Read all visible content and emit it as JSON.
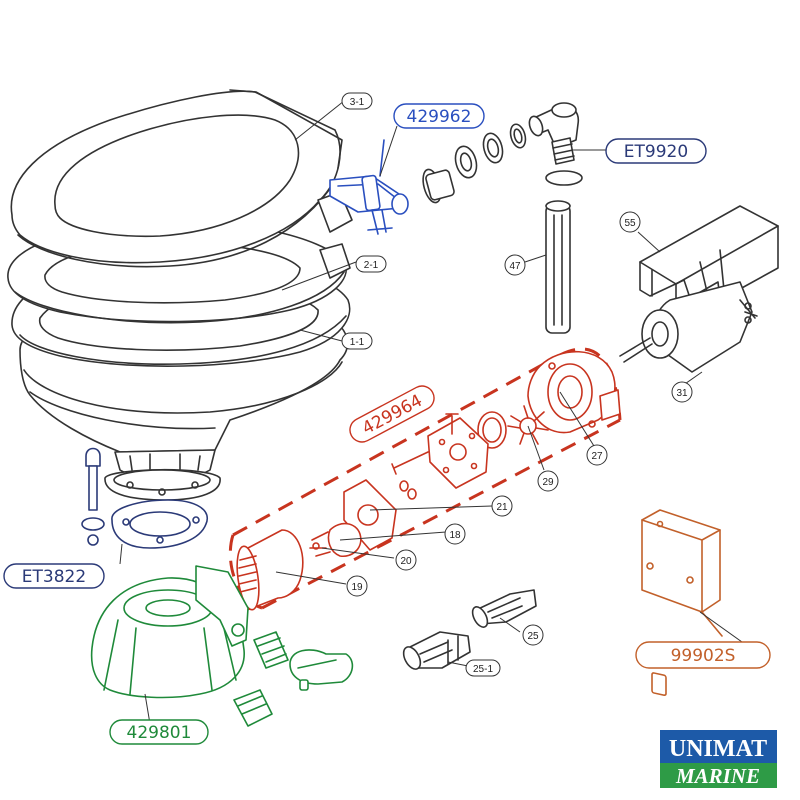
{
  "assemblies": [
    {
      "code": "429962",
      "color": "#2a4fbf"
    },
    {
      "code": "ET9920",
      "color": "#2b3a78"
    },
    {
      "code": "429964",
      "color": "#c8341f"
    },
    {
      "code": "ET3822",
      "color": "#2b3a78"
    },
    {
      "code": "429801",
      "color": "#1f8a3a"
    },
    {
      "code": "99902S",
      "color": "#c2602a"
    }
  ],
  "parts": {
    "p3_1": "3-1",
    "p2_1": "2-1",
    "p1_1": "1-1",
    "p47": "47",
    "p55": "55",
    "p31": "31",
    "p27": "27",
    "p29": "29",
    "p21": "21",
    "p18": "18",
    "p20": "20",
    "p19": "19",
    "p25": "25",
    "p25_1": "25-1"
  },
  "logo": {
    "line1": "UNIMAT",
    "line2": "MARINE",
    "colors": {
      "top": "#1d5aa8",
      "bottom": "#2e9b46"
    }
  }
}
